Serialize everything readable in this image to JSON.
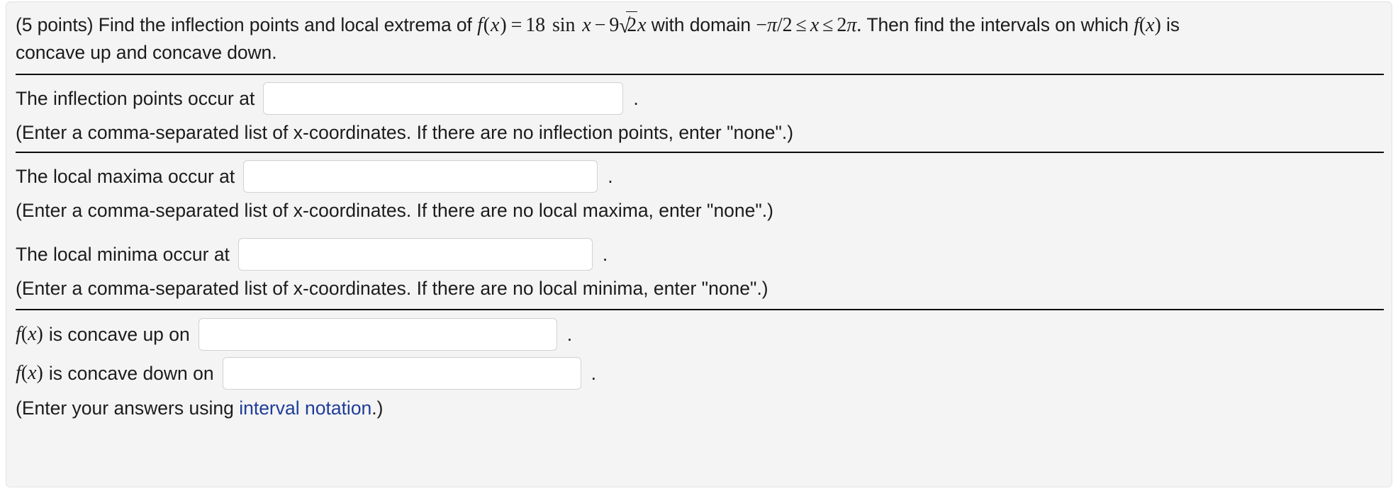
{
  "problem": {
    "points_prefix": "(5 points)",
    "lead_text": "Find the inflection points and local extrema of",
    "function_label": "f(x) = 18 sin x − 9√2x",
    "function_parts": {
      "f": "f",
      "open": "(",
      "var": "x",
      "close": ")",
      "equals": "=",
      "coefficient": "18",
      "sin": "sin",
      "sin_arg": "x",
      "minus": "−",
      "nine": "9",
      "radical": "√",
      "radicand": "2",
      "x_after_radical": "x"
    },
    "domain_text": "with domain",
    "domain_expr": "−π/2 ≤ x ≤ 2π",
    "domain_parts": {
      "minus": "−",
      "pi": "π",
      "over_two": "/2",
      "le1": "≤",
      "var": "x",
      "le2": "≤",
      "two": "2",
      "pi2": "π",
      "period": "."
    },
    "tail_text_1": "Then find the intervals on which",
    "tail_fx": "f(x)",
    "tail_text_2": "is",
    "line2": "concave up and concave down."
  },
  "sections": [
    {
      "id": "inflection-points",
      "label": "The inflection points occur at",
      "input_value": "",
      "input_placeholder": "",
      "input_width": 508,
      "period": ".",
      "hint": "(Enter a comma-separated list of x-coordinates. If there are no inflection points, enter \"none\".)"
    },
    {
      "id": "local-maxima",
      "label": "The local maxima occur at",
      "input_value": "",
      "input_placeholder": "",
      "input_width": 637,
      "period": ".",
      "hint": "(Enter a comma-separated list of x-coordinates. If there are no local maxima, enter \"none\".)"
    },
    {
      "id": "local-minima",
      "label": "The local minima occur at",
      "input_value": "",
      "input_placeholder": "",
      "input_width": 637,
      "period": ".",
      "hint": "(Enter a comma-separated list of x-coordinates. If there are no local minima, enter \"none\".)"
    }
  ],
  "concavity": {
    "up": {
      "fx": "f(x)",
      "label": "is concave up on",
      "input_value": "",
      "input_placeholder": "",
      "input_width": 637,
      "period": "."
    },
    "down": {
      "fx": "f(x)",
      "label": "is concave down on",
      "input_value": "",
      "input_placeholder": "",
      "input_width": 637,
      "period": "."
    },
    "hint_prefix": "(Enter your answers using ",
    "hint_link": "interval notation",
    "hint_suffix": ".)"
  },
  "colors": {
    "card_bg": "#f4f4f4",
    "page_bg": "#ffffff",
    "text": "#1c1c1c",
    "link": "#1f3d99",
    "rule": "#0d0d0d",
    "input_border": "#d2d2d2",
    "input_bg": "#ffffff"
  }
}
